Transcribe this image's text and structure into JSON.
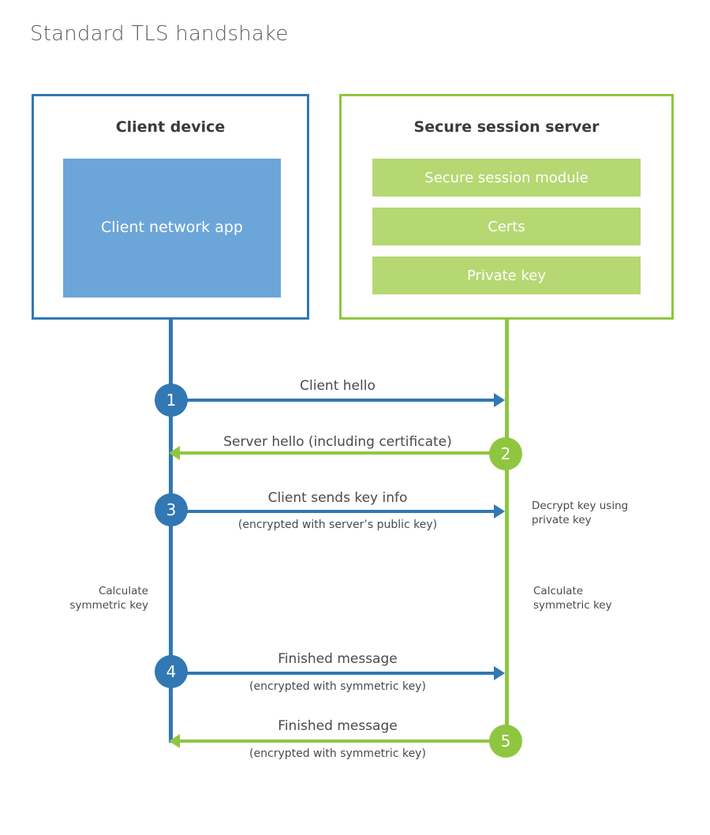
{
  "title": "Standard TLS handshake",
  "colors": {
    "client_blue": "#3178b4",
    "client_app_fill": "#6ca6d9",
    "server_green": "#8fc640",
    "server_block_fill": "#b5d873",
    "text_dark": "#3b3b3d",
    "text_body": "#4a4a4c",
    "title_gray": "#5b5c5e",
    "background": "#ffffff"
  },
  "client": {
    "title": "Client device",
    "app_label": "Client network app"
  },
  "server": {
    "title": "Secure session server",
    "blocks": [
      {
        "label": "Secure session module"
      },
      {
        "label": "Certs"
      },
      {
        "label": "Private key"
      }
    ]
  },
  "steps": [
    {
      "number": "1",
      "direction": "client-to-server",
      "color": "blue",
      "label": "Client hello",
      "sublabel": ""
    },
    {
      "number": "2",
      "direction": "server-to-client",
      "color": "green",
      "label": "Server hello (including certificate)",
      "sublabel": ""
    },
    {
      "number": "3",
      "direction": "client-to-server",
      "color": "blue",
      "label": "Client sends key info",
      "sublabel": "(encrypted with server’s public key)"
    },
    {
      "number": "4",
      "direction": "client-to-server",
      "color": "blue",
      "label": "Finished message",
      "sublabel": "(encrypted with symmetric key)"
    },
    {
      "number": "5",
      "direction": "server-to-client",
      "color": "green",
      "label": "Finished message",
      "sublabel": "(encrypted with symmetric key)"
    }
  ],
  "annotations": {
    "decrypt_key": "Decrypt key using\nprivate key",
    "decrypt_key_line1": "Decrypt key using",
    "decrypt_key_line2": "private key",
    "client_calc_line1": "Calculate",
    "client_calc_line2": "symmetric key",
    "server_calc_line1": "Calculate",
    "server_calc_line2": "symmetric key"
  }
}
